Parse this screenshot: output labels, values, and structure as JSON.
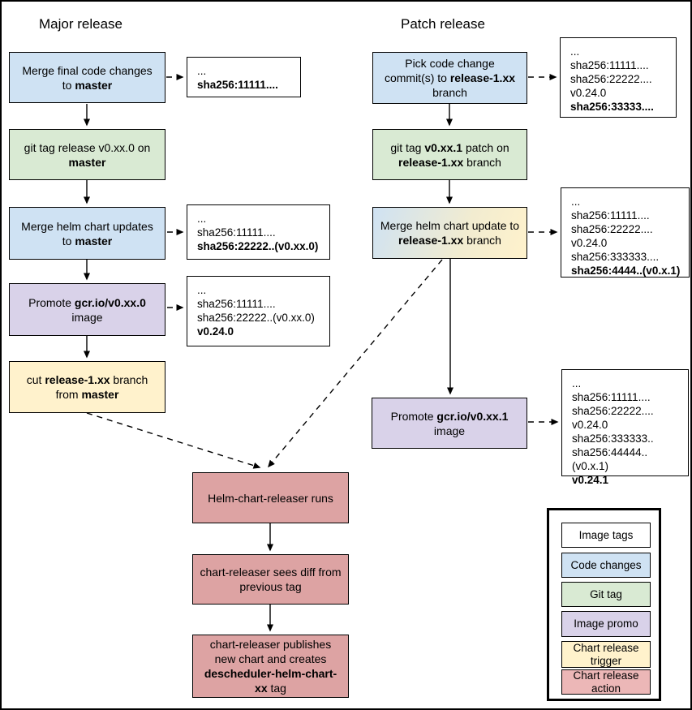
{
  "titles": {
    "major": "Major release",
    "patch": "Patch release"
  },
  "colors": {
    "code_changes": "#cfe2f3",
    "git_tag": "#d9ead3",
    "image_promo": "#d9d2e9",
    "chart_trigger": "#fff2cc",
    "chart_action": "#dda3a3",
    "chart_action_legend": "#ecb7b7",
    "image_tags": "#ffffff",
    "line": "#000000"
  },
  "boxes": {
    "major_merge_final": {
      "segments": [
        {
          "t": "Merge final code changes to "
        },
        {
          "t": "master",
          "b": true
        }
      ]
    },
    "major_git_tag": {
      "segments": [
        {
          "t": "git tag release v0.xx.0 on "
        },
        {
          "t": "master",
          "b": true
        }
      ]
    },
    "major_merge_helm": {
      "segments": [
        {
          "t": "Merge helm chart updates to "
        },
        {
          "t": "master",
          "b": true
        }
      ]
    },
    "major_promote": {
      "segments": [
        {
          "t": "Promote "
        },
        {
          "t": "gcr.io/v0.xx.0",
          "b": true
        },
        {
          "t": " image"
        }
      ]
    },
    "major_cut_branch": {
      "segments": [
        {
          "t": "cut "
        },
        {
          "t": "release-1.xx",
          "b": true
        },
        {
          "t": " branch from "
        },
        {
          "t": "master",
          "b": true
        }
      ]
    },
    "patch_pick": {
      "segments": [
        {
          "t": "Pick code change commit(s) to "
        },
        {
          "t": "release-1.xx",
          "b": true
        },
        {
          "t": " branch"
        }
      ]
    },
    "patch_git_tag": {
      "segments": [
        {
          "t": "git tag "
        },
        {
          "t": "v0.xx.1",
          "b": true
        },
        {
          "t": " patch on "
        },
        {
          "t": "release-1.xx",
          "b": true
        },
        {
          "t": " branch"
        }
      ]
    },
    "patch_merge_helm": {
      "segments": [
        {
          "t": "Merge helm chart update to "
        },
        {
          "t": "release-1.xx",
          "b": true
        },
        {
          "t": " branch"
        }
      ]
    },
    "patch_promote": {
      "segments": [
        {
          "t": "Promote "
        },
        {
          "t": "gcr.io/v0.xx.1",
          "b": true
        },
        {
          "t": " image"
        }
      ]
    },
    "action_runs": {
      "segments": [
        {
          "t": "Helm-chart-releaser runs"
        }
      ]
    },
    "action_diff": {
      "segments": [
        {
          "t": "chart-releaser sees diff from previous tag"
        }
      ]
    },
    "action_publish": {
      "segments": [
        {
          "t": "chart-releaser publishes new chart and creates "
        },
        {
          "t": "descheduler-helm-chart-xx",
          "b": true
        },
        {
          "t": " tag"
        }
      ]
    }
  },
  "annotations": {
    "major_merge_final": {
      "lines": [
        {
          "t": "..."
        },
        {
          "t": "sha256:11111....",
          "b": true
        }
      ]
    },
    "major_merge_helm": {
      "lines": [
        {
          "t": "..."
        },
        {
          "t": "sha256:11111...."
        },
        {
          "t": "sha256:22222..(v0.xx.0)",
          "b": true
        }
      ]
    },
    "major_promote": {
      "lines": [
        {
          "t": "..."
        },
        {
          "t": "sha256:11111...."
        },
        {
          "t": "sha256:22222..(v0.xx.0)"
        },
        {
          "t": "v0.24.0",
          "b": true
        }
      ]
    },
    "patch_pick": {
      "lines": [
        {
          "t": "..."
        },
        {
          "t": "sha256:11111...."
        },
        {
          "t": "sha256:22222...."
        },
        {
          "t": "v0.24.0"
        },
        {
          "t": "sha256:33333....",
          "b": true
        }
      ]
    },
    "patch_merge_helm": {
      "lines": [
        {
          "t": "..."
        },
        {
          "t": "sha256:11111...."
        },
        {
          "t": "sha256:22222...."
        },
        {
          "t": "v0.24.0"
        },
        {
          "t": "sha256:333333...."
        },
        {
          "t": "sha256:4444..(v0.x.1)",
          "b": true
        }
      ]
    },
    "patch_promote": {
      "lines": [
        {
          "t": "..."
        },
        {
          "t": "sha256:11111...."
        },
        {
          "t": "sha256:22222...."
        },
        {
          "t": "v0.24.0"
        },
        {
          "t": "sha256:333333.."
        },
        {
          "t": "sha256:44444..(v0.x.1)"
        },
        {
          "t": "v0.24.1",
          "b": true
        }
      ]
    }
  },
  "legend": {
    "items": [
      {
        "label": "Image tags"
      },
      {
        "label": "Code changes"
      },
      {
        "label": "Git tag"
      },
      {
        "label": "Image promo"
      },
      {
        "label": "Chart release trigger"
      },
      {
        "label": "Chart release action"
      }
    ]
  }
}
